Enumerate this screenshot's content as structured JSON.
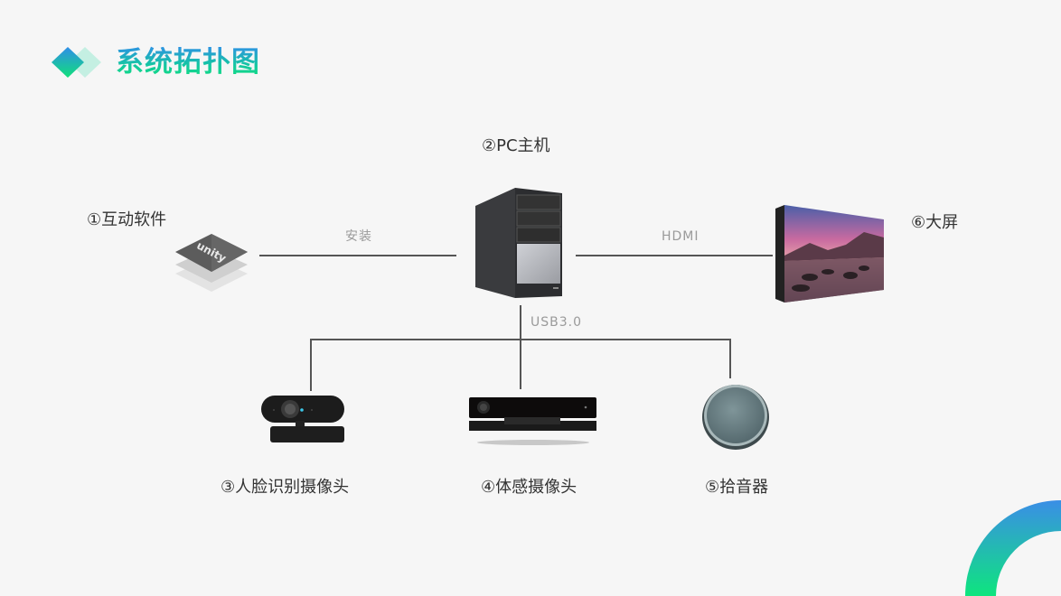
{
  "header": {
    "title": "系统拓扑图",
    "logo_icon": "double-diamond-icon"
  },
  "colors": {
    "accent_start": "#2f8ee8",
    "accent_end": "#11e07a",
    "background": "#f6f6f6",
    "line": "#555555"
  },
  "nodes": [
    {
      "id": "1",
      "label": "①互动软件",
      "icon": "unity-logo-icon"
    },
    {
      "id": "2",
      "label": "②PC主机",
      "icon": "pc-tower-icon"
    },
    {
      "id": "3",
      "label": "③人脸识别摄像头",
      "icon": "webcam-icon"
    },
    {
      "id": "4",
      "label": "④体感摄像头",
      "icon": "kinect-sensor-icon"
    },
    {
      "id": "5",
      "label": "⑤拾音器",
      "icon": "microphone-pickup-icon"
    },
    {
      "id": "6",
      "label": "⑥大屏",
      "icon": "led-screen-icon"
    }
  ],
  "links": [
    {
      "from": "1",
      "to": "2",
      "label": "安装"
    },
    {
      "from": "2",
      "to": "6",
      "label": "HDMI"
    },
    {
      "from": "2",
      "to": "3,4,5",
      "label": "USB3.0"
    }
  ],
  "unity_logo_text": "unity"
}
